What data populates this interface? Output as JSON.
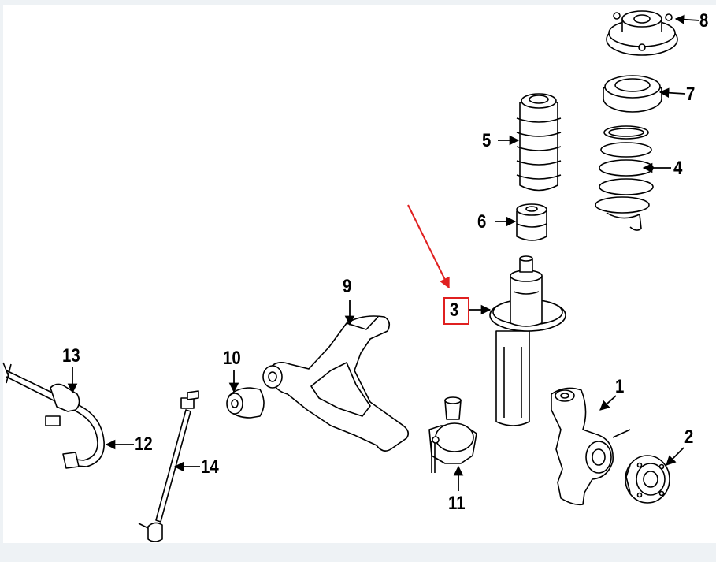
{
  "diagram": {
    "colors": {
      "background": "#eef2f5",
      "paper": "#ffffff",
      "ink": "#000000",
      "highlight": "#e02020"
    },
    "callouts": [
      {
        "id": "label-1",
        "text": "1"
      },
      {
        "id": "label-2",
        "text": "2"
      },
      {
        "id": "label-3",
        "text": "3"
      },
      {
        "id": "label-4",
        "text": "4"
      },
      {
        "id": "label-5",
        "text": "5"
      },
      {
        "id": "label-6",
        "text": "6"
      },
      {
        "id": "label-7",
        "text": "7"
      },
      {
        "id": "label-8",
        "text": "8"
      },
      {
        "id": "label-9",
        "text": "9"
      },
      {
        "id": "label-10",
        "text": "10"
      },
      {
        "id": "label-11",
        "text": "11"
      },
      {
        "id": "label-12",
        "text": "12"
      },
      {
        "id": "label-13",
        "text": "13"
      },
      {
        "id": "label-14",
        "text": "14"
      }
    ],
    "highlighted_callout": "3"
  }
}
